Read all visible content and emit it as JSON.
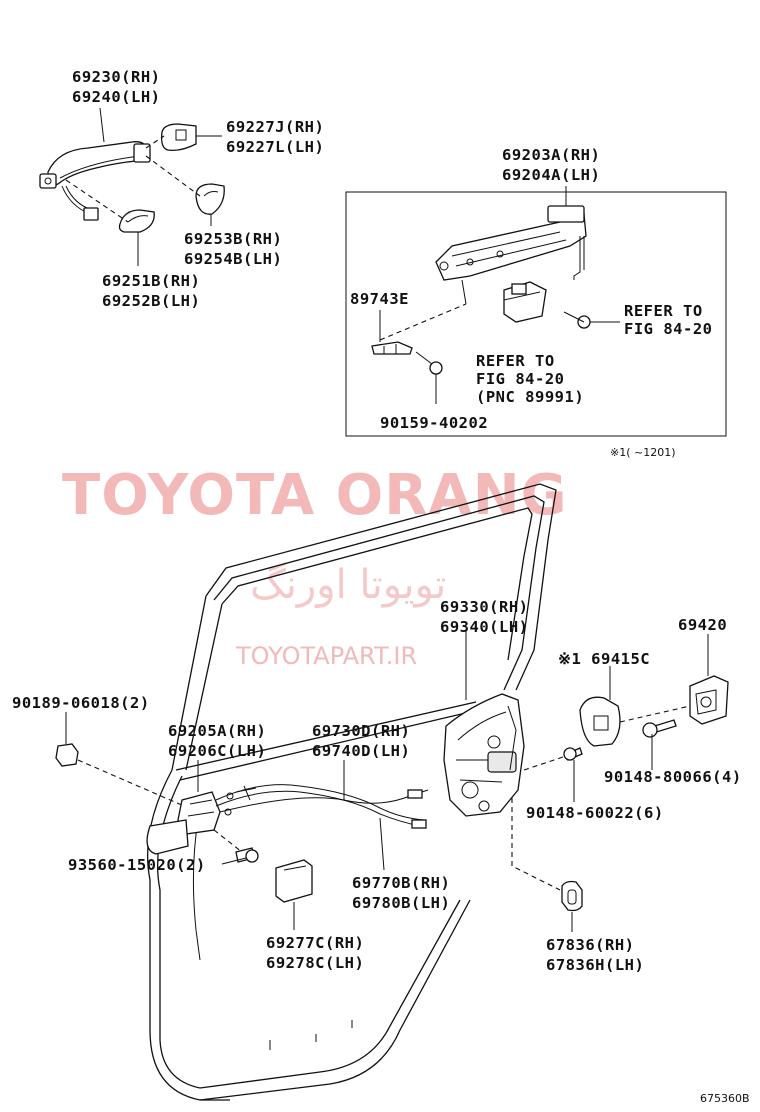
{
  "parts": {
    "p69230": "69230(RH)",
    "p69240": "69240(LH)",
    "p69227j": "69227J(RH)",
    "p69227l": "69227L(LH)",
    "p69253b": "69253B(RH)",
    "p69254b": "69254B(LH)",
    "p69251b": "69251B(RH)",
    "p69252b": "69252B(LH)",
    "p69203a": "69203A(RH)",
    "p69204a": "69204A(LH)",
    "p89743e": "89743E",
    "refer1a": "REFER TO",
    "refer1b": "FIG 84-20",
    "refer2a": "REFER TO",
    "refer2b": "FIG 84-20",
    "refer2c": "(PNC 89991)",
    "p90159": "90159-40202",
    "note1": "※1(    ~1201)",
    "p69330": "69330(RH)",
    "p69340": "69340(LH)",
    "p69420": "69420",
    "p69415c": "※1 69415C",
    "p90189": "90189-06018(2)",
    "p69205a": "69205A(RH)",
    "p69206c": "69206C(LH)",
    "p69730d": "69730D(RH)",
    "p69740d": "69740D(LH)",
    "p90148a": "90148-80066(4)",
    "p90148b": "90148-60022(6)",
    "p93560": "93560-15020(2)",
    "p69770b": "69770B(RH)",
    "p69780b": "69780B(LH)",
    "p69277c": "69277C(RH)",
    "p69278c": "69278C(LH)",
    "p67836r": "67836(RH)",
    "p67836l": "67836H(LH)",
    "diagram_id": "675360B"
  },
  "watermark": {
    "brand": "TOYOTA ORANG",
    "arabic": "تويوتا اورنگ",
    "url": "TOYOTAPART.IR"
  }
}
